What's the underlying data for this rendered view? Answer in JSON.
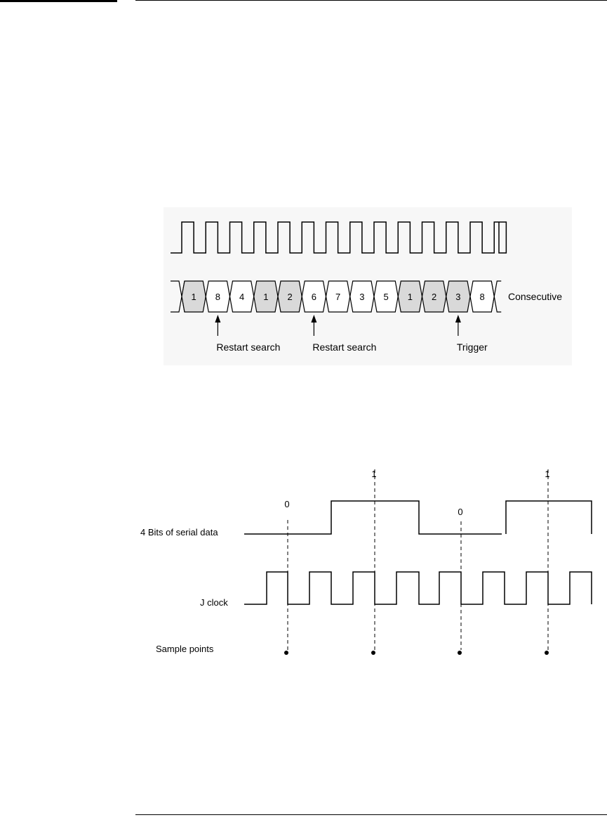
{
  "diagram1": {
    "bus_values": [
      "1",
      "8",
      "4",
      "1",
      "2",
      "6",
      "7",
      "3",
      "5",
      "1",
      "2",
      "3",
      "8"
    ],
    "shaded": [
      true,
      false,
      false,
      true,
      true,
      false,
      false,
      false,
      false,
      true,
      true,
      true,
      false
    ],
    "mode_label": "Consecutive",
    "annotations": [
      {
        "label": "Restart search",
        "slot": 1
      },
      {
        "label": "Restart search",
        "slot": 5
      },
      {
        "label": "Trigger",
        "slot": 11
      }
    ],
    "colors": {
      "shade": "#d9d9d9",
      "line": "#000000"
    }
  },
  "diagram2": {
    "serial_label": "4 Bits of serial data",
    "clock_label": "J clock",
    "sample_label": "Sample points",
    "bits": [
      "0",
      "1",
      "0",
      "1"
    ]
  }
}
